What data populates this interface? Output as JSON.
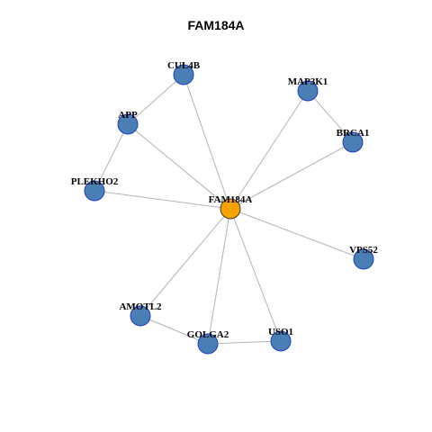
{
  "title": "FAM184A",
  "colors": {
    "center_node": "#f5a100",
    "neighbor_node": "#4a7fb5",
    "edge": "#b3b3b3"
  },
  "graph": {
    "center": "FAM184A",
    "nodes": [
      {
        "id": "FAM184A",
        "role": "center"
      },
      {
        "id": "CUL4B",
        "role": "neighbor"
      },
      {
        "id": "MAP3K1",
        "role": "neighbor"
      },
      {
        "id": "APP",
        "role": "neighbor"
      },
      {
        "id": "BRCA1",
        "role": "neighbor"
      },
      {
        "id": "PLEKHO2",
        "role": "neighbor"
      },
      {
        "id": "VPS52",
        "role": "neighbor"
      },
      {
        "id": "AMOTL2",
        "role": "neighbor"
      },
      {
        "id": "GOLGA2",
        "role": "neighbor"
      },
      {
        "id": "USO1",
        "role": "neighbor"
      }
    ],
    "edges": [
      [
        "FAM184A",
        "CUL4B"
      ],
      [
        "FAM184A",
        "MAP3K1"
      ],
      [
        "FAM184A",
        "APP"
      ],
      [
        "FAM184A",
        "BRCA1"
      ],
      [
        "FAM184A",
        "PLEKHO2"
      ],
      [
        "FAM184A",
        "VPS52"
      ],
      [
        "FAM184A",
        "AMOTL2"
      ],
      [
        "FAM184A",
        "GOLGA2"
      ],
      [
        "FAM184A",
        "USO1"
      ],
      [
        "CUL4B",
        "APP"
      ],
      [
        "MAP3K1",
        "BRCA1"
      ],
      [
        "APP",
        "PLEKHO2"
      ],
      [
        "AMOTL2",
        "GOLGA2"
      ],
      [
        "GOLGA2",
        "USO1"
      ]
    ]
  }
}
